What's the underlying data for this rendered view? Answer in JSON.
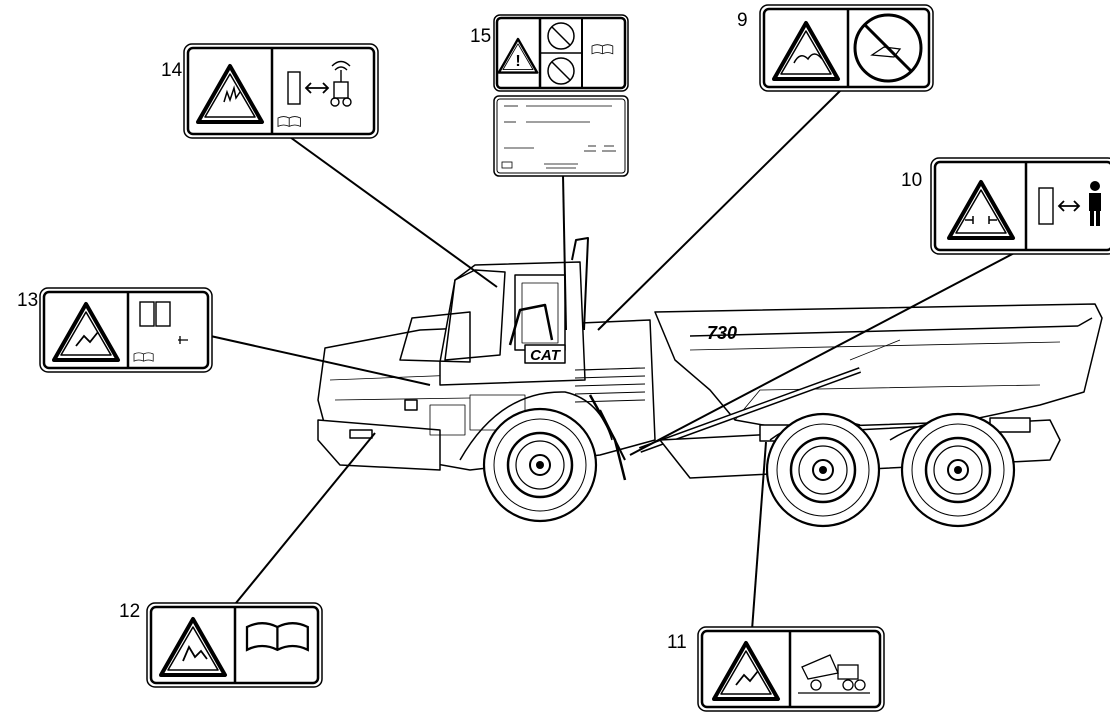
{
  "callouts": [
    {
      "id": "9",
      "label": "9"
    },
    {
      "id": "10",
      "label": "10"
    },
    {
      "id": "11",
      "label": "11"
    },
    {
      "id": "12",
      "label": "12"
    },
    {
      "id": "13",
      "label": "13"
    },
    {
      "id": "14",
      "label": "14"
    },
    {
      "id": "15",
      "label": "15"
    }
  ],
  "truck": {
    "model_text": "730",
    "brand_text": "CAT"
  },
  "colors": {
    "line": "#000000",
    "background": "#ffffff",
    "decal_fill": "#ffffff"
  },
  "icons": {
    "warning_triangle": "warning-triangle-icon",
    "manual": "open-book-icon",
    "remote": "radio-remote-icon",
    "person": "person-icon",
    "prohibition": "prohibition-icon"
  }
}
